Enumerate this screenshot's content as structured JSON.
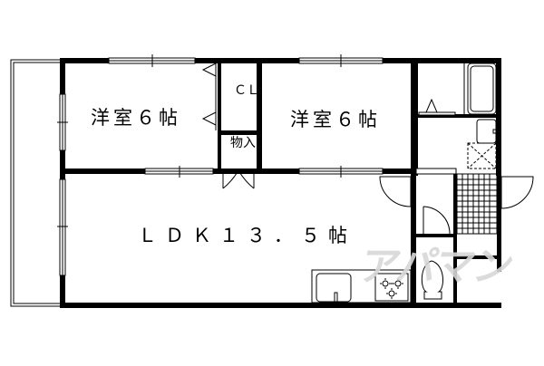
{
  "floor_plan": {
    "rooms": [
      {
        "id": "western-room-1",
        "label": "洋室６帖"
      },
      {
        "id": "western-room-2",
        "label": "洋室６帖"
      },
      {
        "id": "ldk",
        "label": "ＬＤＫ１３．５帖"
      },
      {
        "id": "closet",
        "label": "ＣＬ"
      },
      {
        "id": "storage",
        "label": "物入"
      }
    ],
    "fixtures": [
      "balcony",
      "bathtub",
      "washbasin",
      "washing-machine-space",
      "toilet",
      "kitchen-sink",
      "gas-stove-3-burner",
      "entrance-tile-floor",
      "refrigerator-space"
    ],
    "watermark": "アパマン"
  },
  "colors": {
    "wall": "#000000",
    "background": "#ffffff",
    "watermark": "#d8d8d8"
  }
}
